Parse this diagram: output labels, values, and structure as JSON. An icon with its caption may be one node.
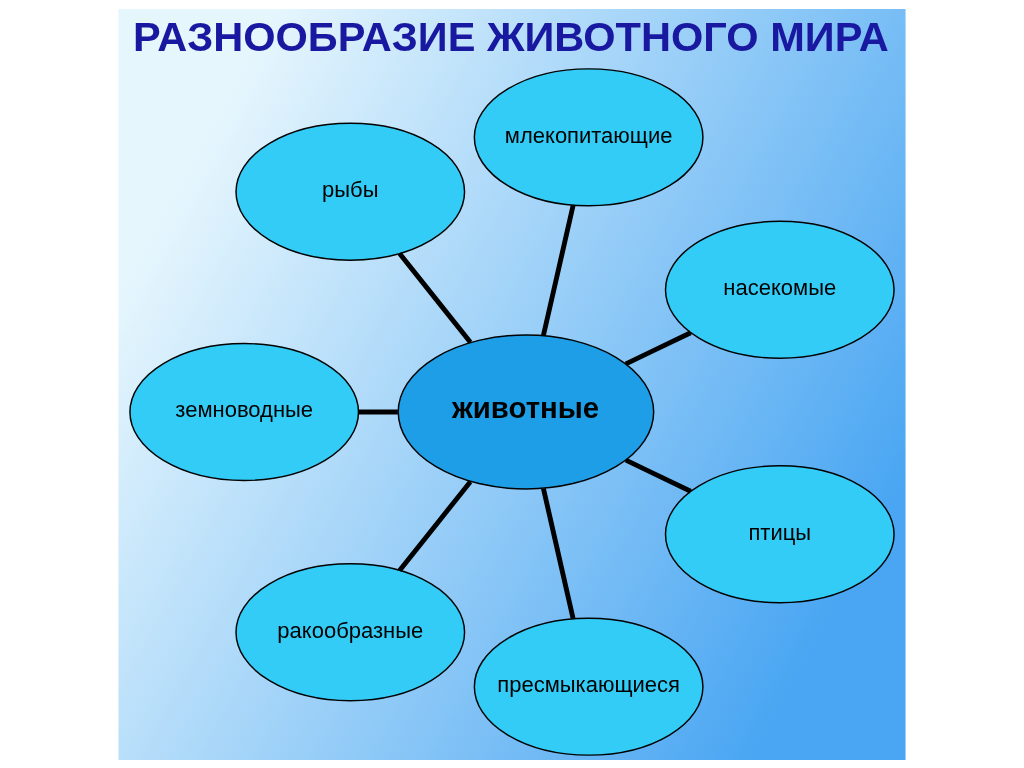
{
  "diagram": {
    "title": "РАЗНООБРАЗИЕ ЖИВОТНОГО МИРА",
    "nodes": [
      {
        "text": [
          "млекопитающие"
        ]
      },
      {
        "text": [
          "рыбы"
        ]
      },
      {
        "text": [
          "насекомые"
        ]
      },
      {
        "text": [
          "животные"
        ]
      },
      {
        "text": [
          "земноводные"
        ]
      },
      {
        "text": [
          "птицы"
        ]
      },
      {
        "text": [
          "ракообразные"
        ]
      },
      {
        "text": [
          "пресмыкающиеся"
        ]
      }
    ],
    "edges": [
      {
        "from": 3,
        "to": 0,
        "arrow": "none"
      },
      {
        "from": 3,
        "to": 2,
        "arrow": "none"
      },
      {
        "from": 3,
        "to": 5,
        "arrow": "none"
      },
      {
        "from": 3,
        "to": 7,
        "arrow": "none"
      },
      {
        "from": 3,
        "to": 6,
        "arrow": "none"
      },
      {
        "from": 3,
        "to": 4,
        "arrow": "none"
      },
      {
        "from": 3,
        "to": 1,
        "arrow": "none"
      }
    ]
  }
}
